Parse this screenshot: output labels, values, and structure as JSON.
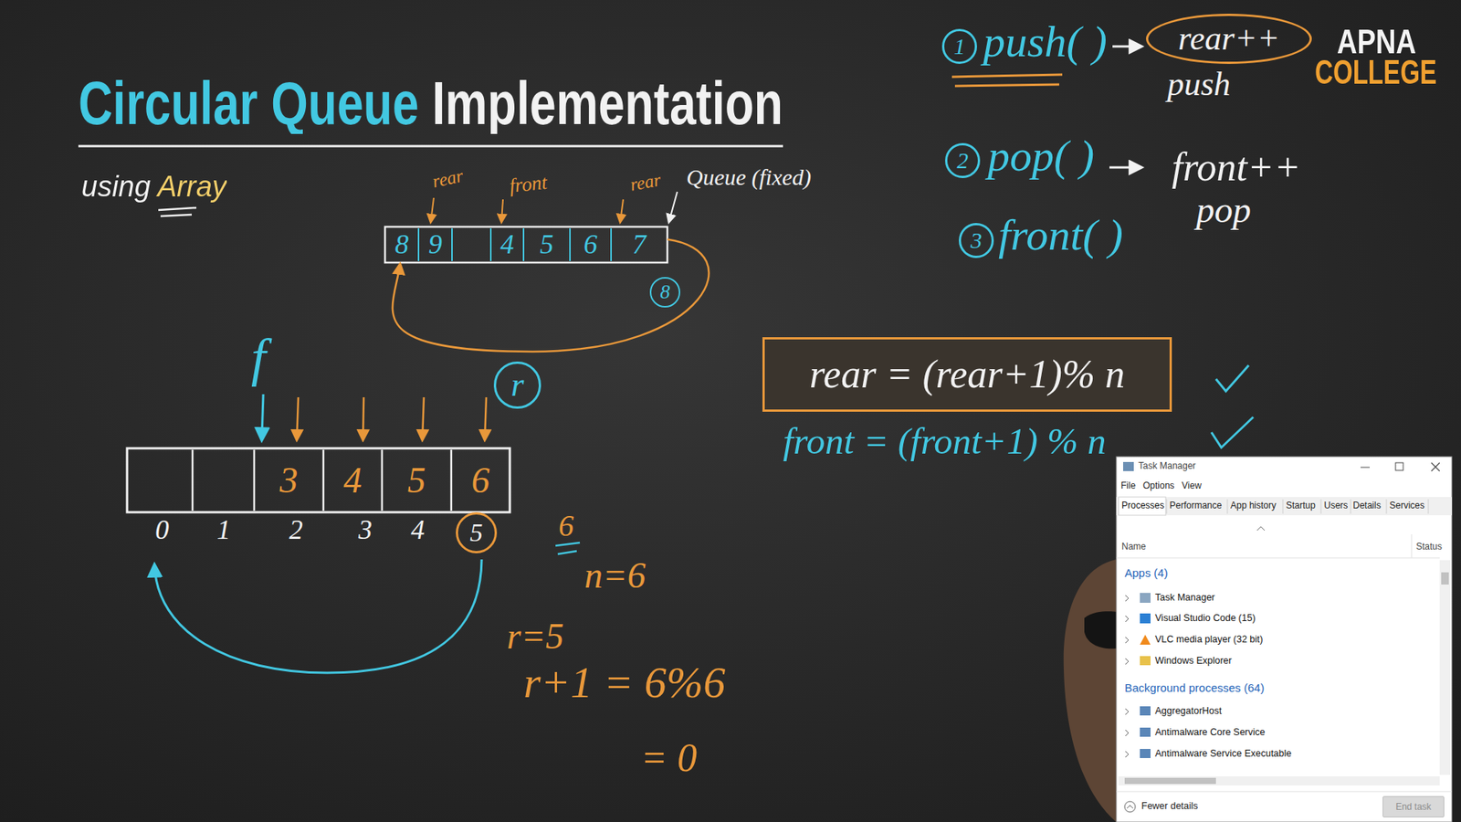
{
  "diagram": {
    "title": "Circular Queue Implementation",
    "nodes": [
      {
        "text": [
          "1"
        ]
      },
      {
        "text": [
          "rear++"
        ]
      },
      {
        "text": [
          "2"
        ]
      },
      {
        "text": [
          "3"
        ]
      },
      {
        "text": [
          "8"
        ]
      },
      {
        "text": [
          "9"
        ]
      },
      {
        "text": [
          "4"
        ]
      },
      {
        "text": [
          "5"
        ]
      },
      {
        "text": [
          "6"
        ]
      },
      {
        "text": [
          "7"
        ]
      },
      {
        "text": [
          "8"
        ]
      },
      {
        "text": [
          "rear = (rear+1)% n"
        ]
      },
      {
        "text": [
          "r"
        ]
      },
      {
        "text": [
          "3"
        ]
      },
      {
        "text": [
          "4"
        ]
      },
      {
        "text": [
          "5"
        ]
      },
      {
        "text": [
          "6"
        ]
      },
      {
        "text": [
          "5"
        ]
      },
      {
        "text": [
          "Task Manager",
          "File",
          "Options",
          "View",
          "Processes",
          "Performance",
          "App history",
          "Startup",
          "Users",
          "Details",
          "Services",
          "Name",
          "Status",
          "Apps (4)",
          "Task Manager",
          "Visual Studio Code (15)",
          "VLC media player (32 bit)",
          "Windows Explorer",
          "Background processes (64)",
          "AggregatorHost",
          "Antimalware Core Service",
          "Antimalware Service Executable",
          "Fewer details"
        ]
      },
      {
        "text": [
          "End task"
        ],
        "in": 18
      }
    ],
    "edges": [
      {
        "from": 9,
        "to": 4,
        "arrow": "to"
      }
    ],
    "labels": [
      "using Array",
      "APNA",
      "COLLEGE",
      "push( )",
      "push",
      "pop( )",
      "front++",
      "pop",
      "front( )",
      "rear",
      "front",
      "rear",
      "Queue (fixed)",
      "f",
      "0",
      "1",
      "2",
      "3",
      "4",
      "6",
      "n=6",
      "r=5",
      "r+1 = 6%6",
      "= 0",
      "front = (front+1) % n"
    ]
  }
}
